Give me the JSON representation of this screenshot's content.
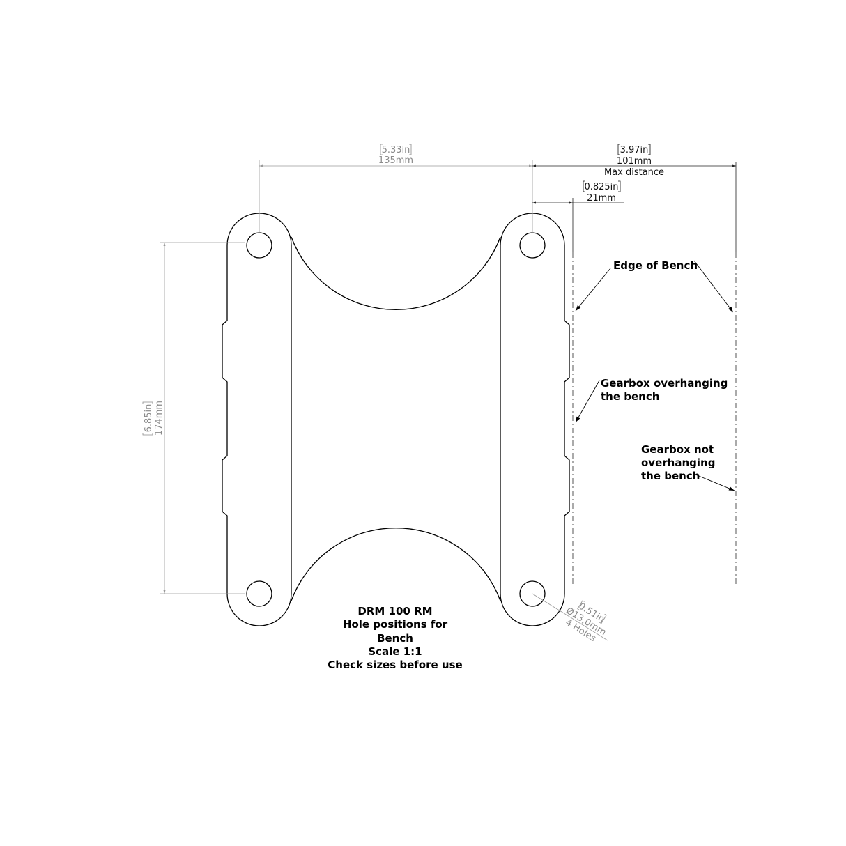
{
  "dimensions": {
    "hole_spacing_horizontal": {
      "inch": "5.33in",
      "mm": "135mm"
    },
    "hole_spacing_vertical": {
      "inch": "6.85in",
      "mm": "174mm"
    },
    "max_distance": {
      "inch": "3.97in",
      "mm": "101mm",
      "note": "Max distance"
    },
    "overhang": {
      "inch": "0.825in",
      "mm": "21mm"
    },
    "hole_diameter": {
      "inch": "0.51in",
      "mm": "Ø13,0mm",
      "count": "4 Holes"
    }
  },
  "labels": {
    "edge_of_bench": "Edge of Bench",
    "overhanging_line1": "Gearbox overhanging",
    "overhanging_line2": "the bench",
    "not_overhanging_line1": "Gearbox not",
    "not_overhanging_line2": "overhanging",
    "not_overhanging_line3": "the bench"
  },
  "title_block": {
    "line1": "DRM 100 RM",
    "line2": "Hole positions for",
    "line3": "Bench",
    "line4": "Scale 1:1",
    "line5": "Check sizes before use"
  }
}
